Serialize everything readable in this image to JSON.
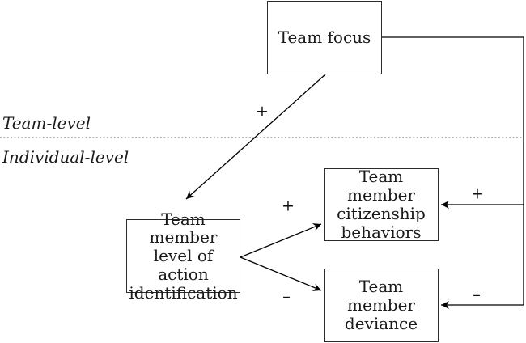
{
  "diagram": {
    "nodes": {
      "team_focus": "Team focus",
      "action_identification": "Team member\nlevel of action\nidentification",
      "citizenship": "Team member\ncitizenship\nbehaviors",
      "deviance": "Team member\ndeviance"
    },
    "level_labels": {
      "team": "Team-level",
      "individual": "Individual-level"
    },
    "edge_signs": {
      "focus_to_identification": "+",
      "identification_to_citizenship": "+",
      "identification_to_deviance": "–",
      "focus_to_citizenship": "+",
      "focus_to_deviance": "–"
    },
    "colors": {
      "line": "#000000",
      "separator": "#999999",
      "background": "#ffffff",
      "text": "#1a1a1a"
    }
  }
}
